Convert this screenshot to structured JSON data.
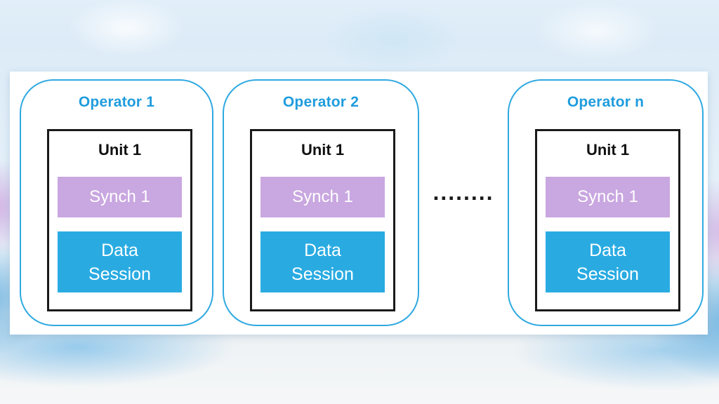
{
  "diagram": {
    "operators": [
      {
        "title": "Operator 1",
        "unit": {
          "title": "Unit 1",
          "synch": "Synch 1",
          "data_lines": [
            "Data",
            "Session"
          ]
        }
      },
      {
        "title": "Operator 2",
        "unit": {
          "title": "Unit 1",
          "synch": "Synch 1",
          "data_lines": [
            "Data",
            "Session"
          ]
        }
      },
      {
        "title": "Operator n",
        "unit": {
          "title": "Unit 1",
          "synch": "Synch 1",
          "data_lines": [
            "Data",
            "Session"
          ]
        }
      }
    ],
    "ellipsis": "........",
    "colors": {
      "operator_border": "#2FA9E1",
      "operator_title": "#1F9CDD",
      "unit_border": "#1A1A1A",
      "synch_fill": "#C9A7E0",
      "data_session_fill": "#29ABE2",
      "label_text": "#FFFFFF"
    }
  }
}
